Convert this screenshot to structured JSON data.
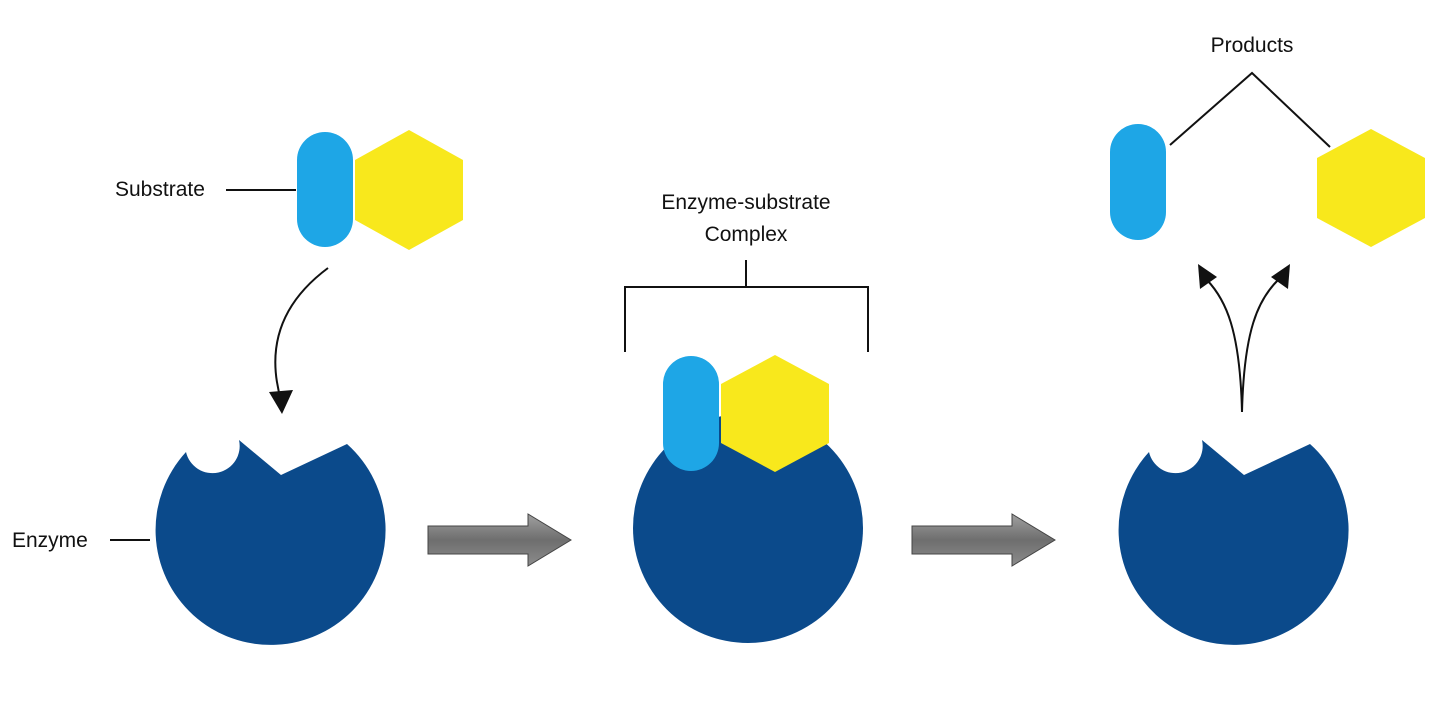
{
  "labels": {
    "substrate": "Substrate",
    "enzyme": "Enzyme",
    "complex_line1": "Enzyme-substrate",
    "complex_line2": "Complex",
    "products": "Products"
  },
  "colors": {
    "enzyme": "#0b4a8b",
    "substrate_capsule": "#1ea6e6",
    "substrate_hexagon": "#f8e81c",
    "process_arrow": "#7a7a7a",
    "line": "#111111"
  }
}
